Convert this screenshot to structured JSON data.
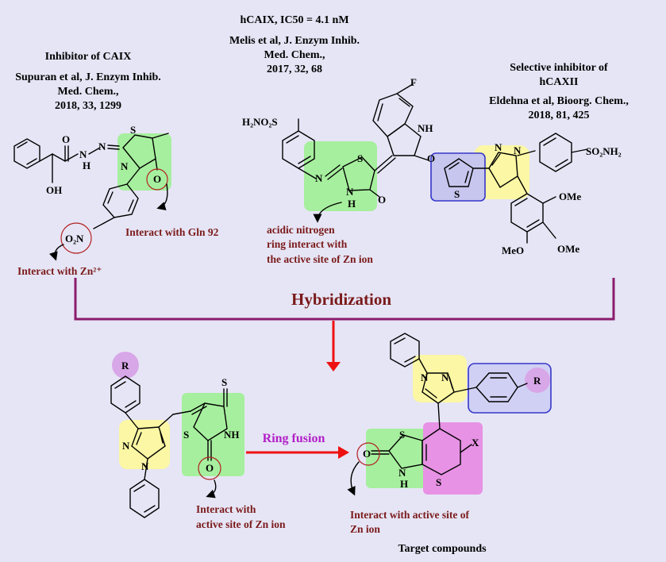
{
  "colors": {
    "background": "#e6e5f5",
    "highlight_green": "#a6ef9e",
    "highlight_yellow": "#fbf7a4",
    "highlight_purple_circle": "#d8a7e8",
    "highlight_magenta": "#e792e4",
    "highlight_blue_border": "#3636c9",
    "bracket": "#8a1c6c",
    "arrow_red": "#ee1111",
    "ring_fusion_text": "#b21ec8",
    "note_text": "#7a1a1a"
  },
  "compound1": {
    "title": "Inhibitor of CAIX",
    "ref_line1": "Supuran et al, J. Enzym Inhib.",
    "ref_line2": "Med. Chem.,",
    "ref_line3": "2018, 33, 1299",
    "note_gln": "Interact with Gln 92",
    "note_zn": "Interact with Zn²⁺"
  },
  "compound2": {
    "title": "hCAIX, IC50 = 4.1 nM",
    "ref_line1": "Melis et al, J. Enzym Inhib.",
    "ref_line2": "Med. Chem.,",
    "ref_line3": "2017, 32, 68",
    "note_line1": "acidic nitrogen",
    "note_line2": "ring interact with",
    "note_line3": "the active site of Zn ion"
  },
  "compound3": {
    "title_line1": "Selective inhibitor of",
    "title_line2": "hCAXII",
    "ref_line1": "Eldehna et al, Bioorg. Chem.,",
    "ref_line2": "2018, 81, 425"
  },
  "hybridization_label": "Hybridization",
  "ring_fusion_label": "Ring fusion",
  "lower_left": {
    "note_line1": "Interact with",
    "note_line2": "active site of Zn ion"
  },
  "target": {
    "note_line1": "Interact with active site of",
    "note_line2": "Zn ion",
    "caption": "Target compounds"
  },
  "atoms": {
    "S": "S",
    "N": "N",
    "O": "O",
    "H": "H",
    "F": "F",
    "R": "R",
    "X": "X",
    "OH": "OH",
    "NH": "NH",
    "HN": "N",
    "SO2NH2": "SO₂NH₂",
    "H2NO2S": "H₂NO₂S",
    "O2N": "O₂N",
    "OMe": "OMe",
    "MeO": "MeO"
  }
}
